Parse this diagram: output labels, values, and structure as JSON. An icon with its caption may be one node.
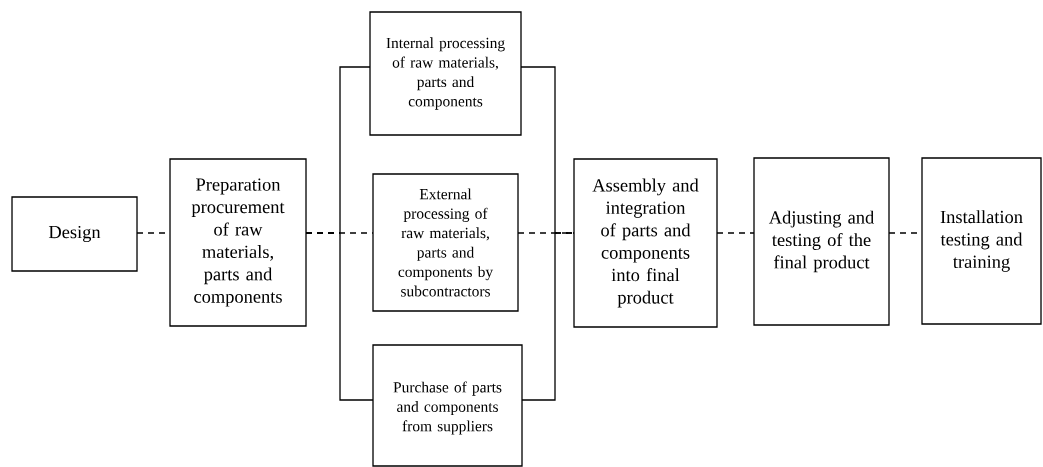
{
  "diagram": {
    "nodes": [
      {
        "text": [
          "Design"
        ]
      },
      {
        "text": [
          "Preparation procurement of raw materials, parts and components"
        ]
      },
      {
        "text": [
          "Internal processing of raw materials, parts and components"
        ]
      },
      {
        "text": [
          "External processing of raw materials, parts and components by subcontractors"
        ]
      },
      {
        "text": [
          "Purchase of parts and components from suppliers"
        ]
      },
      {
        "text": [
          "Assembly and integration of parts and components into final product"
        ]
      },
      {
        "text": [
          "Adjusting and testing of the final product"
        ]
      },
      {
        "text": [
          "Installation testing and training"
        ]
      }
    ],
    "edges": [
      {
        "from": 0,
        "to": 1,
        "arrow": "none",
        "style": "dashed"
      },
      {
        "from": 1,
        "to": 2,
        "arrow": "none"
      },
      {
        "from": 1,
        "to": 3,
        "arrow": "none",
        "style": "dashed"
      },
      {
        "from": 1,
        "to": 4,
        "arrow": "none"
      },
      {
        "from": 2,
        "to": 5,
        "arrow": "none"
      },
      {
        "from": 3,
        "to": 5,
        "arrow": "none",
        "style": "dashed"
      },
      {
        "from": 4,
        "to": 5,
        "arrow": "none"
      },
      {
        "from": 5,
        "to": 6,
        "arrow": "none",
        "style": "dashed"
      },
      {
        "from": 6,
        "to": 7,
        "arrow": "none",
        "style": "dashed"
      }
    ]
  }
}
